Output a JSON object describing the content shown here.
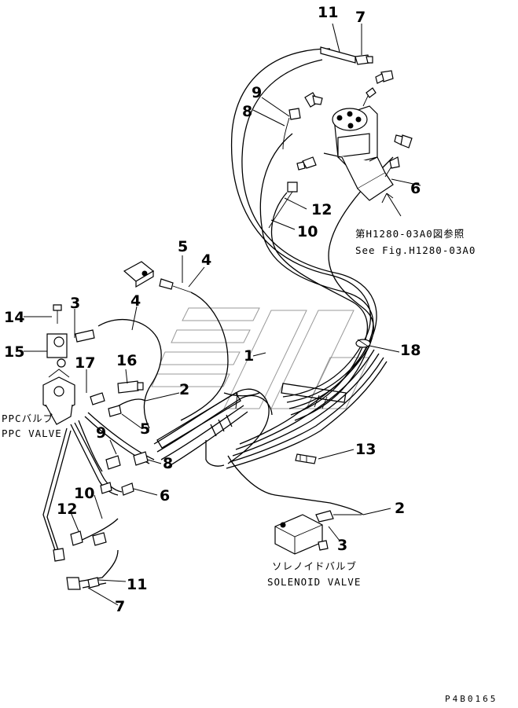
{
  "callouts": {
    "c11_top": "11",
    "c7_top": "7",
    "c9_top": "9",
    "c8_top": "8",
    "c6_right": "6",
    "c12_right": "12",
    "c10_right": "10",
    "c5_mid": "5",
    "c4_mid": "4",
    "c4_left": "4",
    "c3_left": "3",
    "c14": "14",
    "c15": "15",
    "c17": "17",
    "c16": "16",
    "c2_mid": "2",
    "c1": "1",
    "c18": "18",
    "c5_low": "5",
    "c9_low": "9",
    "c8_low": "8",
    "c6_low": "6",
    "c10_low": "10",
    "c12_low": "12",
    "c13": "13",
    "c2_low": "2",
    "c3_low": "3",
    "c11_low": "11",
    "c7_low": "7"
  },
  "labels": {
    "ref_jp": "第H1280-03A0図参照",
    "ref_en": "See Fig.H1280-03A0",
    "ppc_jp": "PPCバルブ",
    "ppc_en": "PPC VALVE",
    "sol_jp": "ソレノイドバルブ",
    "sol_en": "SOLENOID VALVE",
    "figure_code": "P4B0165"
  }
}
